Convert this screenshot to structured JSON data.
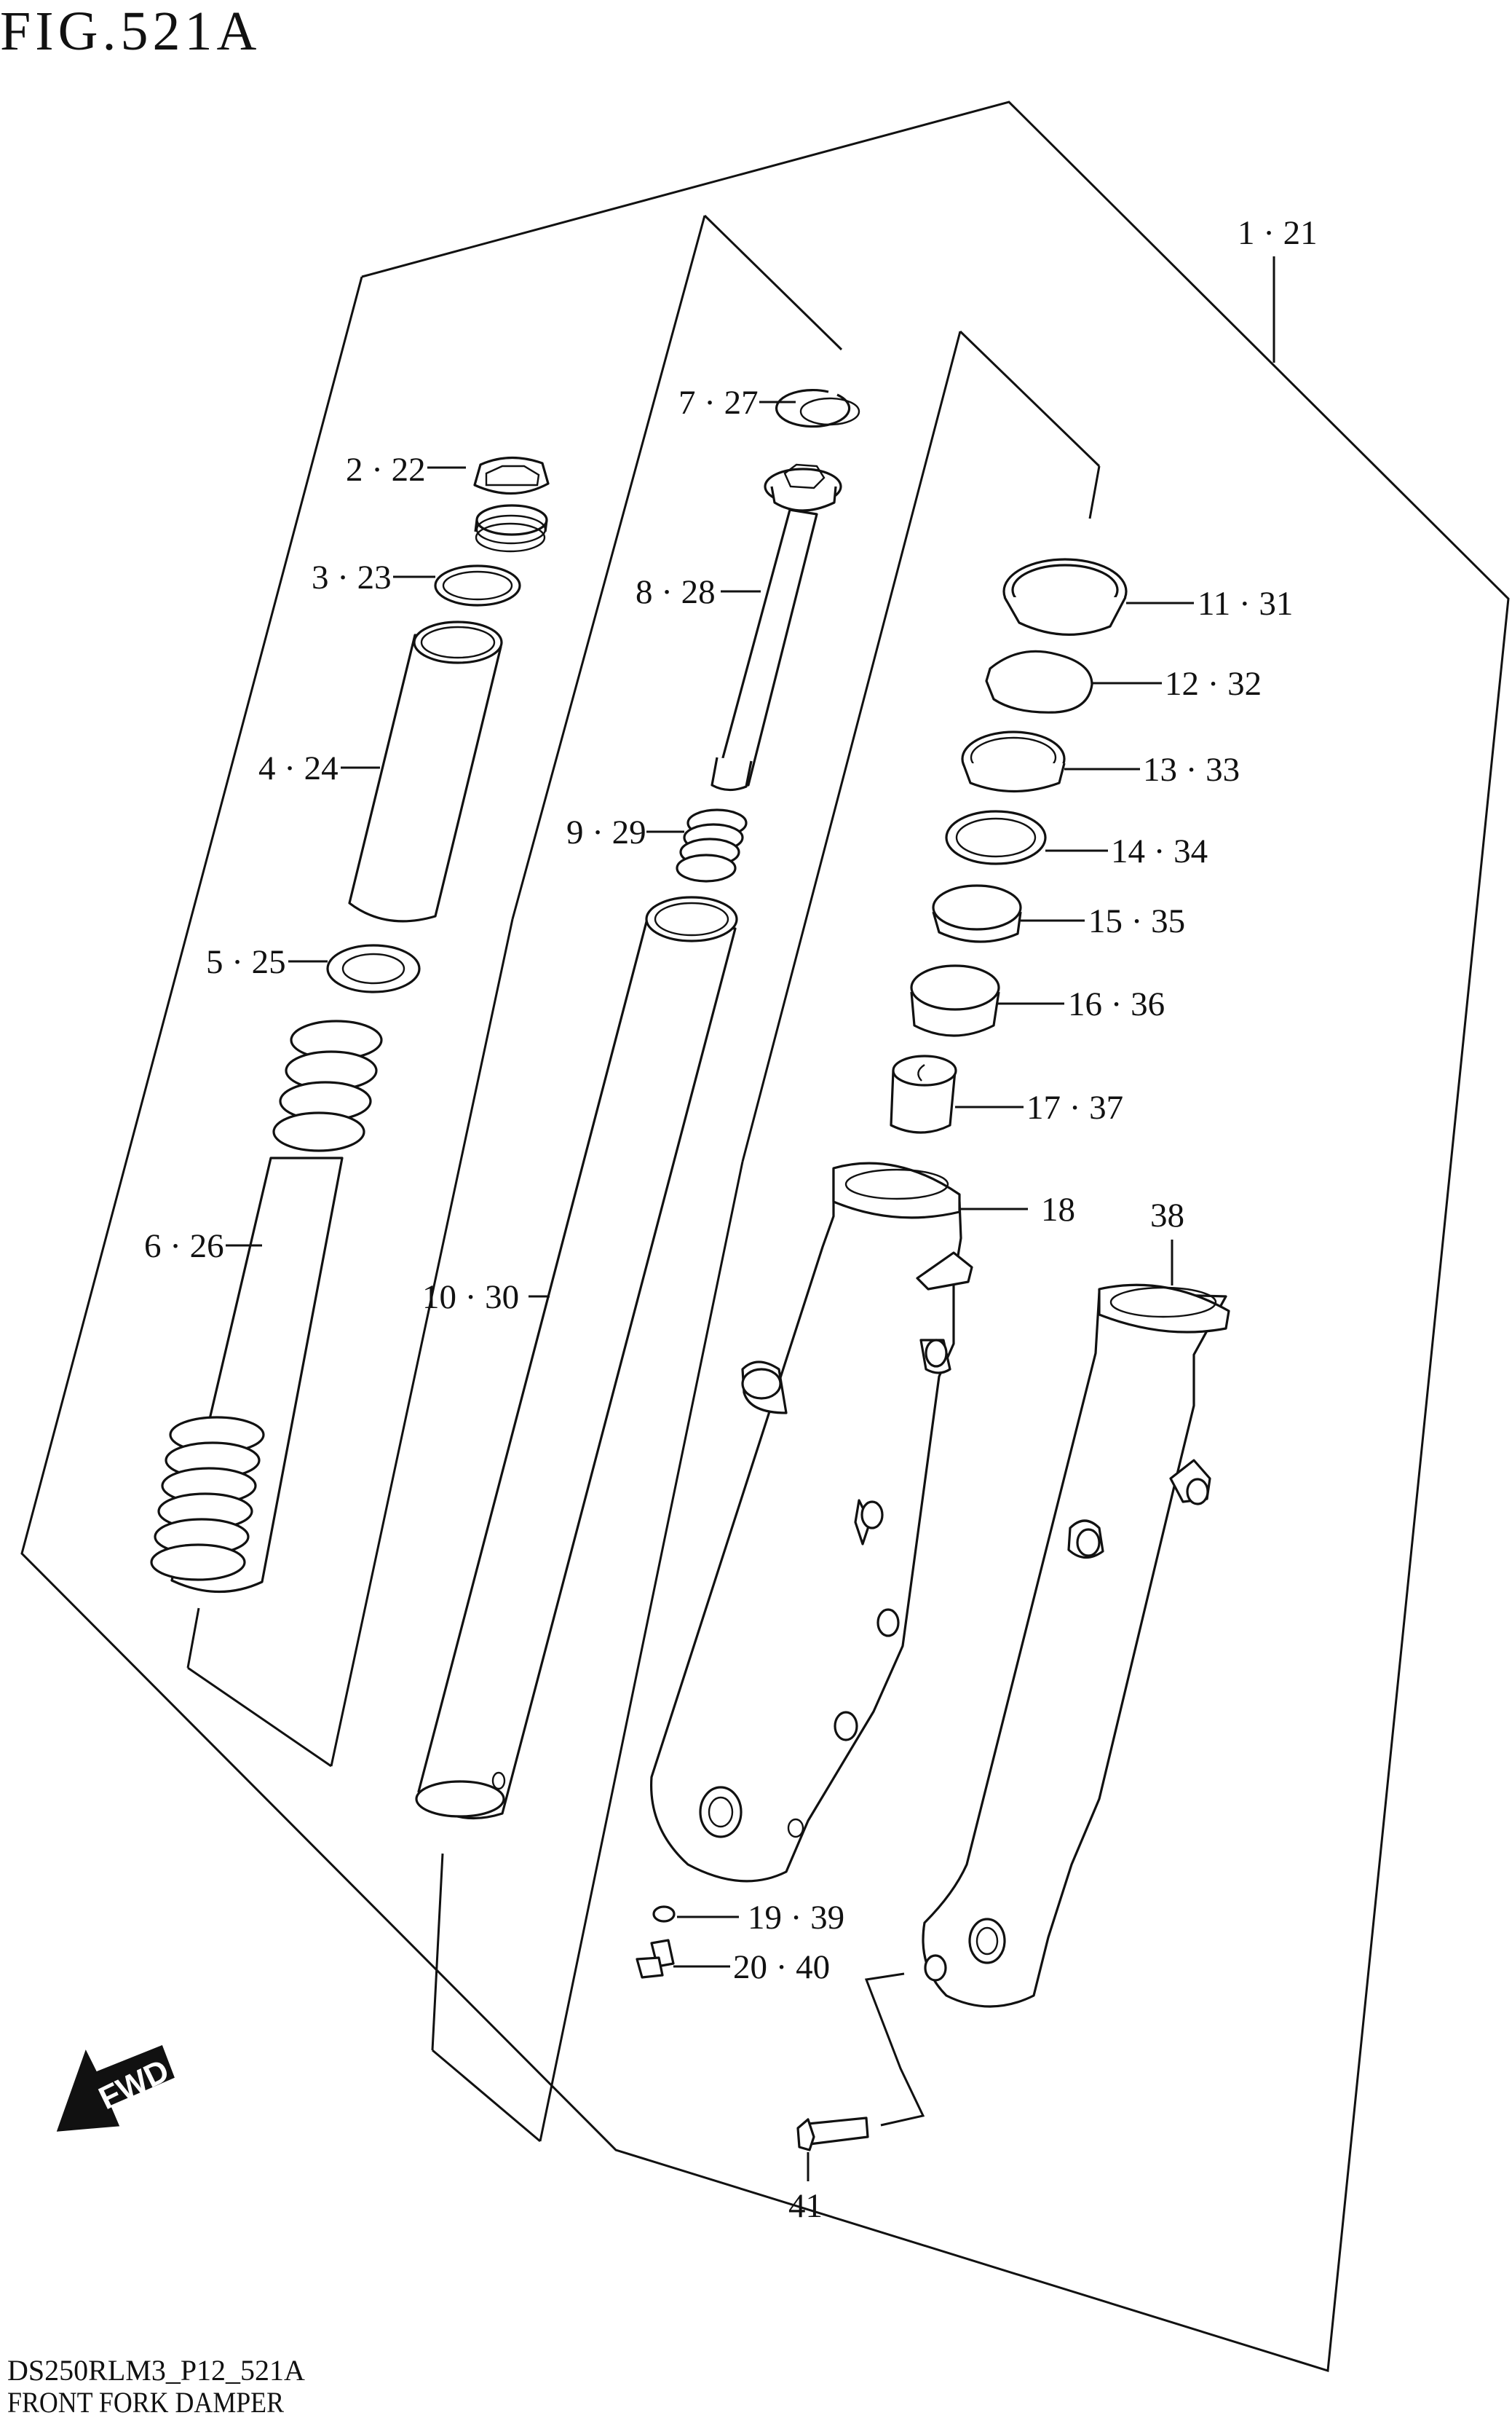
{
  "figure_title": "FIG.521A",
  "footer": {
    "code": "DS250RLM3_P12_521A",
    "caption": "FRONT FORK DAMPER"
  },
  "fwd_badge": "FWD",
  "callouts": [
    {
      "id": "1-21",
      "label": "1 · 21"
    },
    {
      "id": "2-22",
      "label": "2 · 22"
    },
    {
      "id": "3-23",
      "label": "3 · 23"
    },
    {
      "id": "4-24",
      "label": "4 · 24"
    },
    {
      "id": "5-25",
      "label": "5 · 25"
    },
    {
      "id": "6-26",
      "label": "6 · 26"
    },
    {
      "id": "7-27",
      "label": "7 · 27"
    },
    {
      "id": "8-28",
      "label": "8 · 28"
    },
    {
      "id": "9-29",
      "label": "9 · 29"
    },
    {
      "id": "10-30",
      "label": "10 · 30"
    },
    {
      "id": "11-31",
      "label": "11 · 31"
    },
    {
      "id": "12-32",
      "label": "12 · 32"
    },
    {
      "id": "13-33",
      "label": "13 · 33"
    },
    {
      "id": "14-34",
      "label": "14 · 34"
    },
    {
      "id": "15-35",
      "label": "15 · 35"
    },
    {
      "id": "16-36",
      "label": "16 · 36"
    },
    {
      "id": "17-37",
      "label": "17 · 37"
    },
    {
      "id": "18",
      "label": "18"
    },
    {
      "id": "38",
      "label": "38"
    },
    {
      "id": "19-39",
      "label": "19 · 39"
    },
    {
      "id": "20-40",
      "label": "20 · 40"
    },
    {
      "id": "41",
      "label": "41"
    }
  ]
}
